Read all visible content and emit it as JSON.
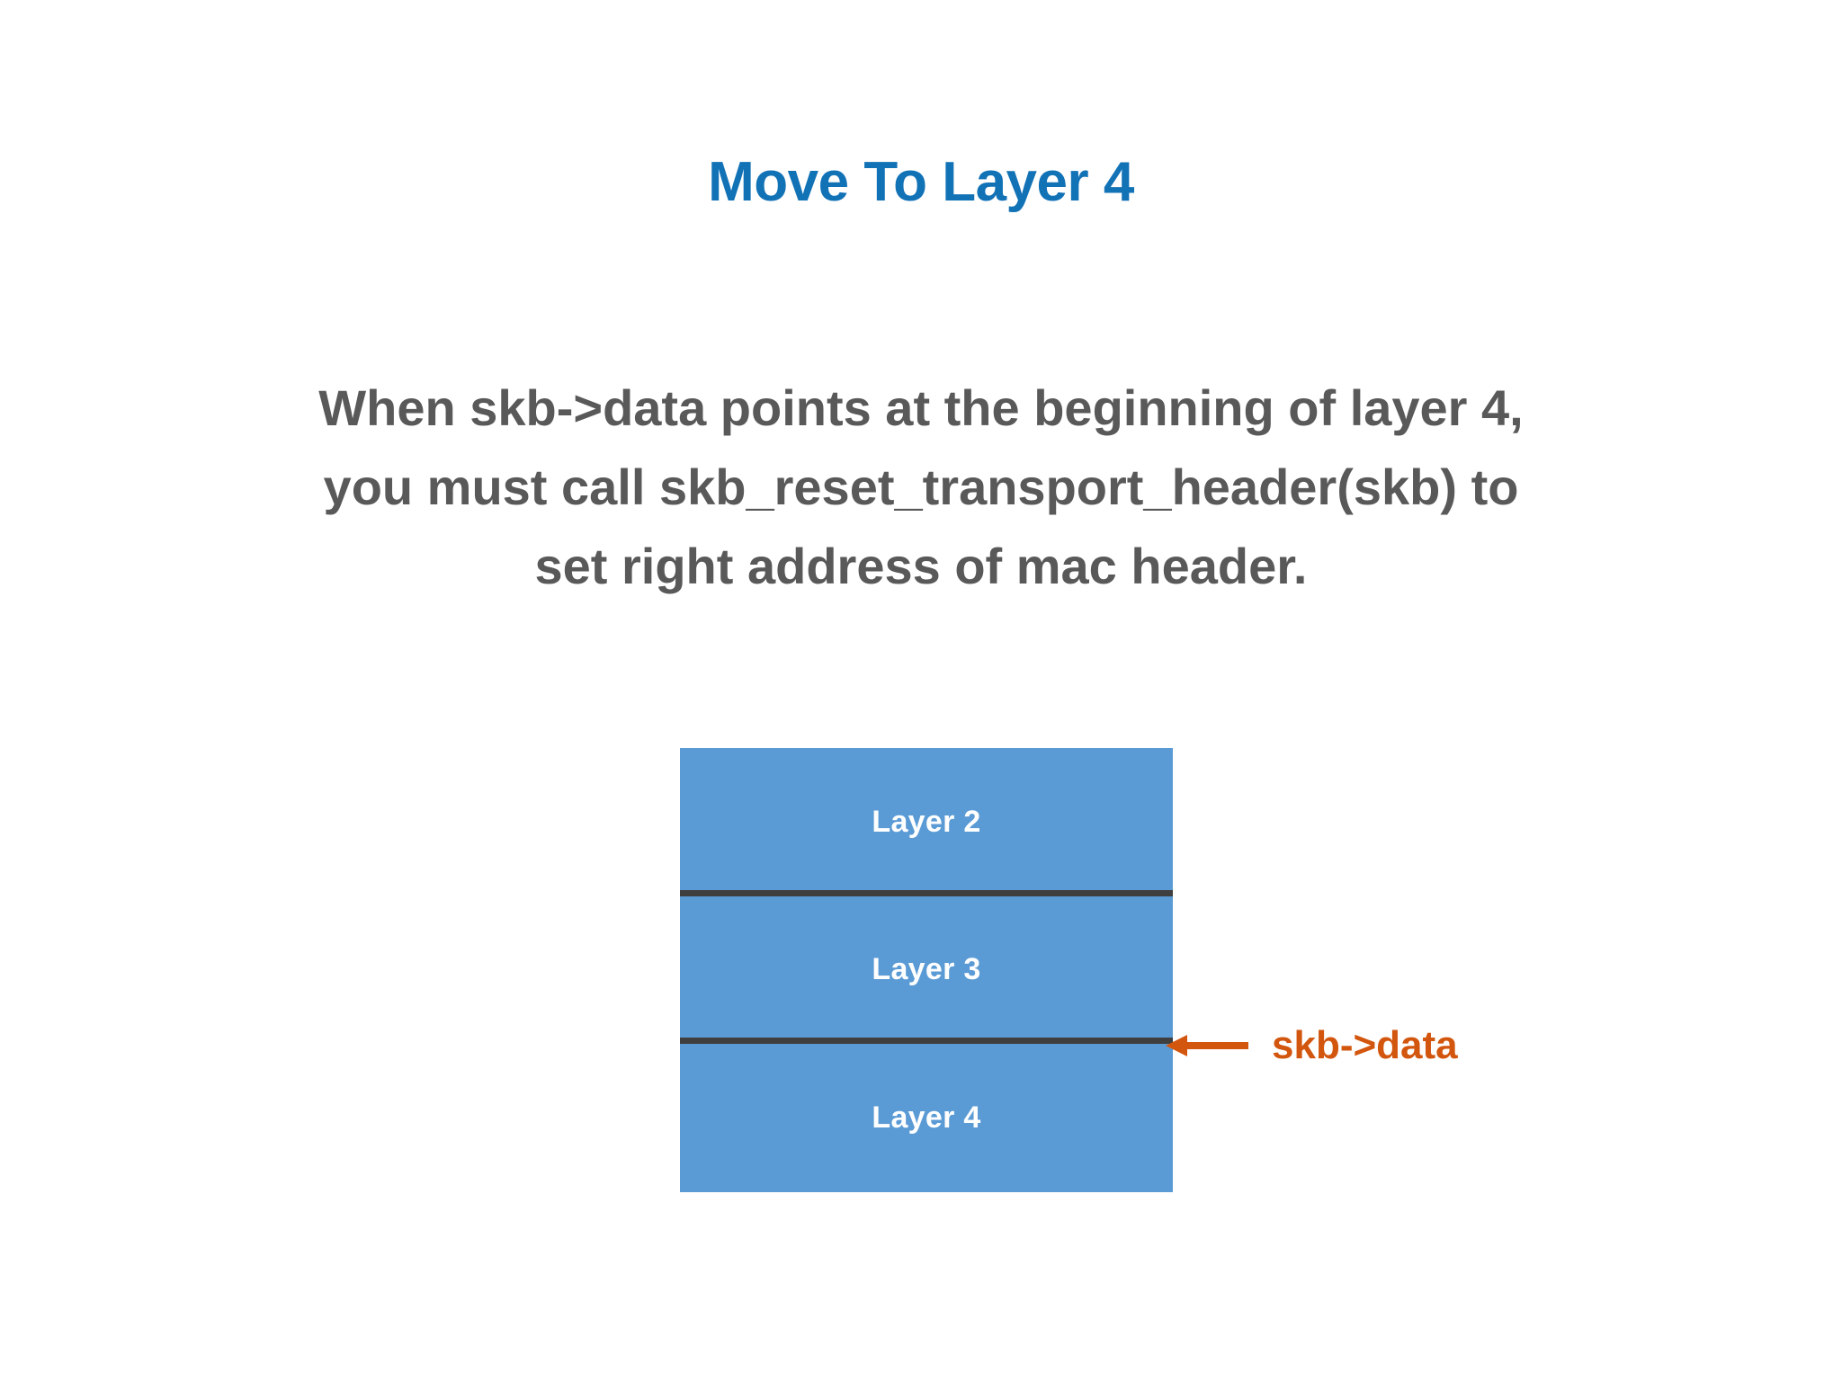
{
  "slide": {
    "background_color": "#ffffff",
    "title": {
      "text": "Move To Layer 4",
      "color": "#1272b6"
    },
    "body": {
      "color": "#595959",
      "lines": [
        "When skb->data points at the beginning of layer 4,",
        "you must call skb_reset_transport_header(skb) to",
        "set right address of mac header."
      ]
    },
    "diagram": {
      "fill_color": "#5b9bd5",
      "divider_color": "#3f3f3f",
      "label_color": "#ffffff",
      "layers": [
        {
          "label": "Layer 2"
        },
        {
          "label": "Layer 3"
        },
        {
          "label": "Layer 4"
        }
      ],
      "annotation": {
        "label": "skb->data",
        "color": "#d2560e",
        "icon": "left-arrow-icon",
        "points_at": "boundary between Layer 3 and Layer 4"
      }
    }
  }
}
